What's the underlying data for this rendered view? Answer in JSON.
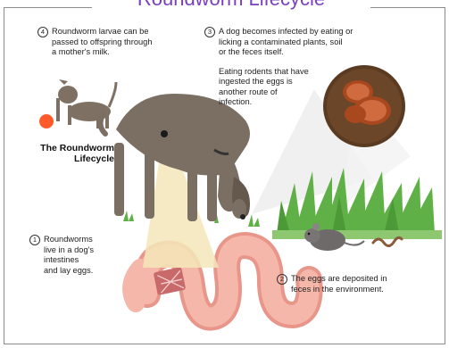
{
  "title": "Roundworm Lifecycle",
  "center_label": [
    "The Roundworm",
    "Lifecycle"
  ],
  "steps": [
    {
      "num": "1",
      "lines": [
        "Roundworms",
        "live in a dog's",
        "intestines",
        "and lay eggs."
      ]
    },
    {
      "num": "2",
      "lines": [
        "The eggs are deposited in",
        "feces in the environment."
      ]
    },
    {
      "num": "3",
      "lines": [
        "A dog becomes infected by eating or",
        "licking a contaminated plants, soil",
        "or the feces itself."
      ]
    },
    {
      "num": "4",
      "lines": [
        "Roundworm larvae can be",
        "passed to offspring through",
        "a mother's milk."
      ]
    }
  ],
  "step3_extra": [
    "Eating rodents that have",
    "ingested the eggs is",
    "another route of",
    "infection."
  ],
  "colors": {
    "title": "#7a3fc0",
    "dog": "#7b6e62",
    "grass": "#63b14a",
    "intestine": "#f0a79a",
    "egg": "#c8653a",
    "ball": "#ff5a2a"
  },
  "icons": [
    "dog-illustration",
    "puppy-illustration",
    "ball-icon",
    "intestine-illustration",
    "egg-magnifier-icon",
    "mouse-icon",
    "grass-icon",
    "worm-icon"
  ]
}
